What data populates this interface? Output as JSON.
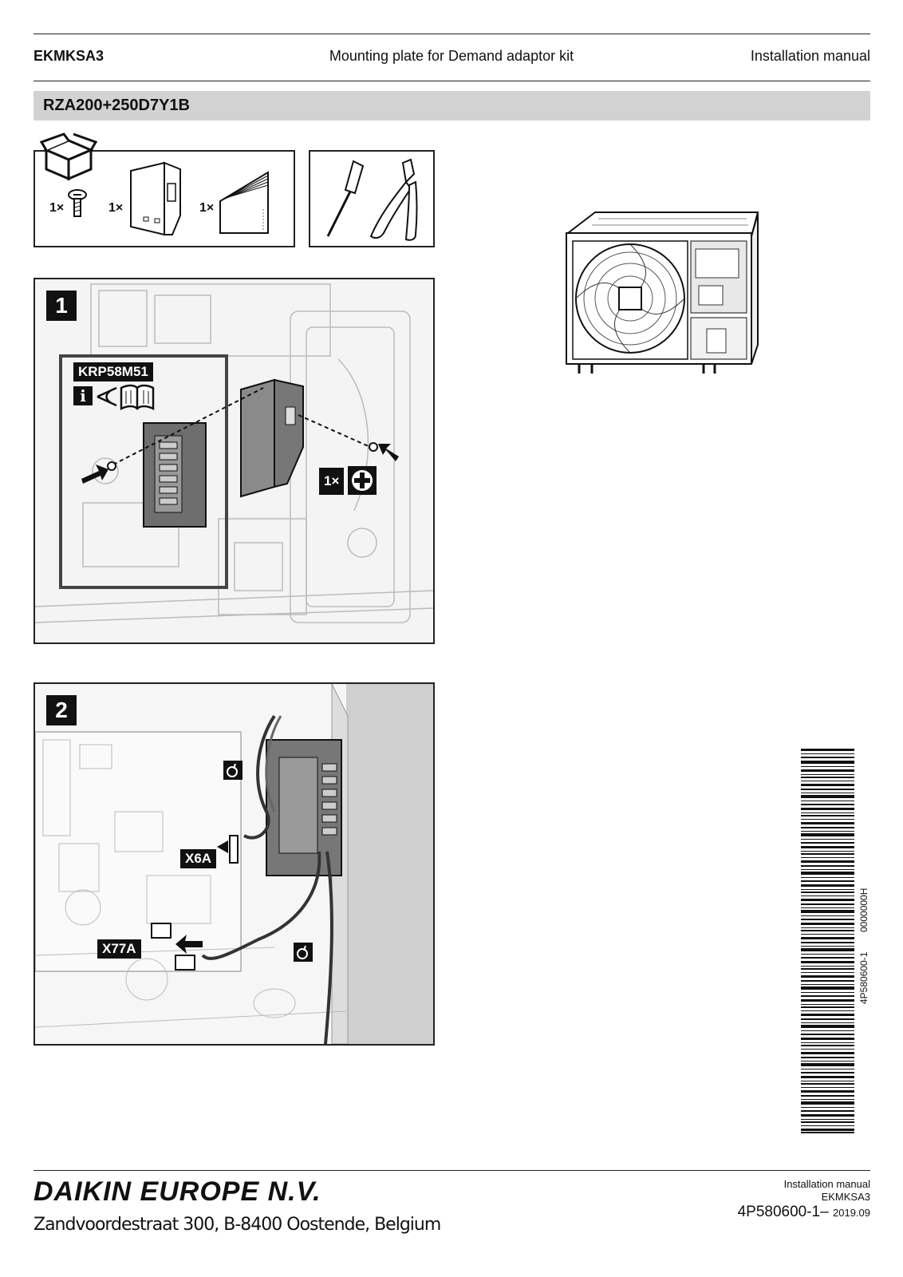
{
  "header": {
    "product_code": "EKMKSA3",
    "title": "Mounting plate for Demand adaptor kit",
    "doc_type": "Installation manual"
  },
  "model": "RZA200+250D7Y1B",
  "kit_contents": {
    "screw_qty": "1×",
    "plate_qty": "1×",
    "manual_qty": "1×"
  },
  "step1": {
    "number": "1",
    "adaptor_label": "KRP58M51",
    "info_icon": "i",
    "screw_callout": "1×"
  },
  "step2": {
    "number": "2",
    "connector_x6a": "X6A",
    "connector_x77a": "X77A"
  },
  "barcode": {
    "doc_number": "4P580600-1",
    "code": "0000000H"
  },
  "footer": {
    "company": "DAIKIN EUROPE N.V.",
    "address": "Zandvoordestraat 300, B-8400 Oostende, Belgium",
    "doc_type": "Installation manual",
    "product_code": "EKMKSA3",
    "doc_number": "4P580600-1",
    "revision_sep": "–",
    "date": "2019.09"
  }
}
